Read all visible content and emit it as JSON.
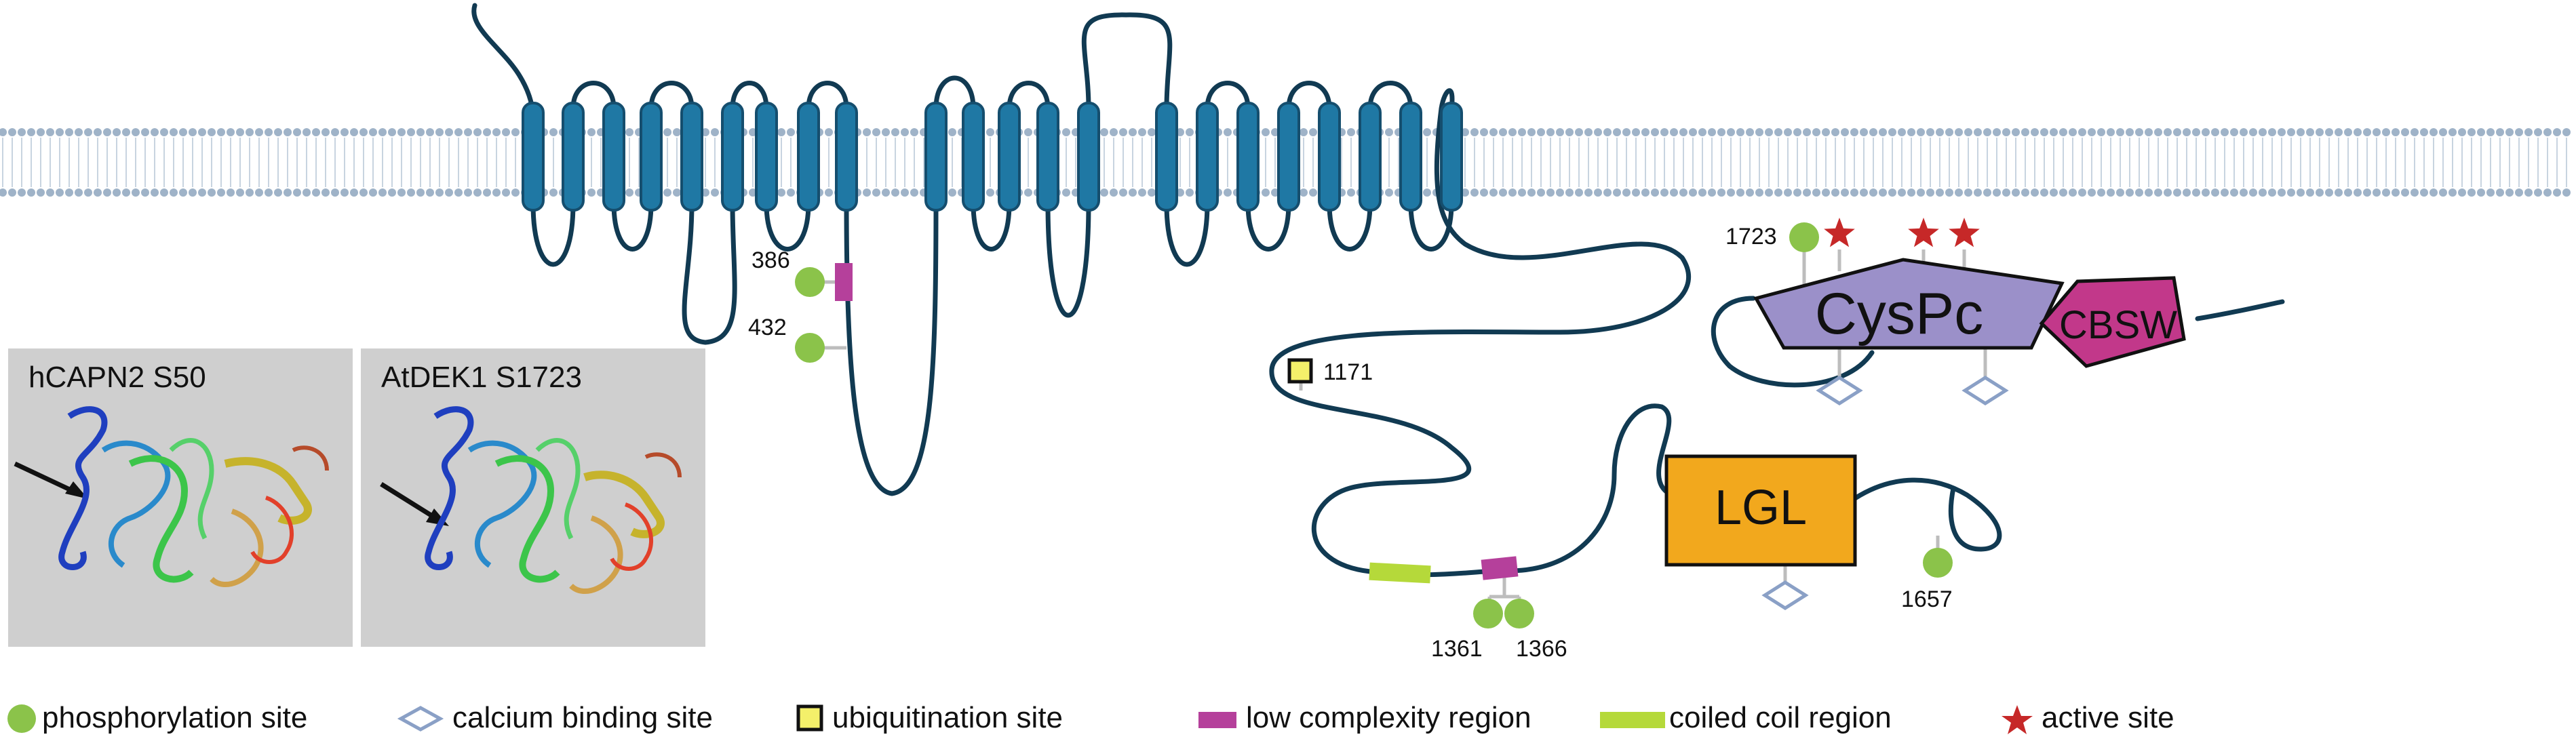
{
  "domains": {
    "lgl": "LGL",
    "cyspc": "CysPc",
    "cbsw": "CBSW"
  },
  "site_labels": {
    "s386": "386",
    "s432": "432",
    "s1171": "1171",
    "s1361": "1361",
    "s1366": "1366",
    "s1657": "1657",
    "s1723": "1723"
  },
  "structure_panels": [
    {
      "title": "hCAPN2 S50"
    },
    {
      "title": "AtDEK1 S1723"
    }
  ],
  "legend": {
    "phosphorylation": "phosphorylation site",
    "calcium": "calcium binding site",
    "ubiquitination": "ubiquitination site",
    "low_complexity": "low complexity region",
    "coiled_coil": "coiled coil region",
    "active_site": "active site"
  },
  "colors": {
    "membrane_dots": "#9fb3c8",
    "tm_helix": "#1f78a4",
    "phosphorylation": "#8bc34a",
    "calcium": "#8aa0c6",
    "ubiquitination": "#f4f06a",
    "low_complexity": "#b5409b",
    "coiled_coil": "#b5d93a",
    "active_site": "#c62828",
    "lgl_domain": "#f2a81d",
    "cyspc_domain": "#9b90c9",
    "cbsw_domain": "#c2388a"
  }
}
